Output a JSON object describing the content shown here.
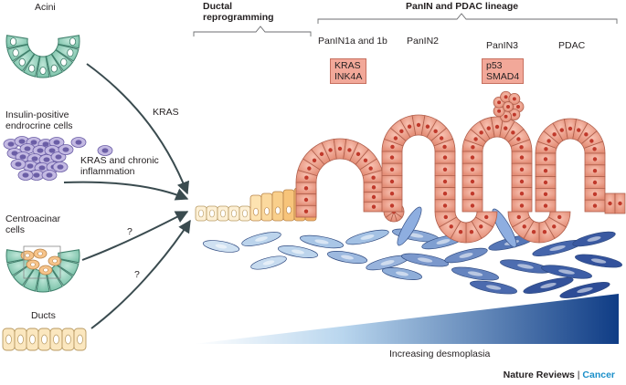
{
  "left_labels": {
    "acini": "Acini",
    "insulin_line1": "Insulin-positive",
    "insulin_line2": "endrocrine cells",
    "centro_line1": "Centroacinar",
    "centro_line2": "cells",
    "ducts": "Ducts"
  },
  "arrow_labels": {
    "kras": "KRAS",
    "kras_chronic_line1": "KRAS and chronic",
    "kras_chronic_line2": "inflammation",
    "q1": "?",
    "q2": "?"
  },
  "headers": {
    "ductal_line1": "Ductal",
    "ductal_line2": "reprogramming",
    "lineage": "PanIN and PDAC lineage"
  },
  "stages": {
    "panin1": "PanIN1a and 1b",
    "panin2": "PanIN2",
    "panin3": "PanIN3",
    "pdac": "PDAC"
  },
  "mutation_boxes": {
    "box1_line1": "KRAS",
    "box1_line2": "INK4A",
    "box2_line1": "p53",
    "box2_line2": "SMAD4"
  },
  "gradient_label": "Increasing desmoplasia",
  "credit": {
    "journal": "Nature Reviews",
    "separator": " | ",
    "section": "Cancer"
  },
  "colors": {
    "acini_cell": "#8fcfb9",
    "acini_stroke": "#3f7f6b",
    "endocrine_cell": "#a99bd0",
    "duct_cell": "#fbe7bf",
    "panin_cell": "#ef9e88",
    "panin_stroke": "#b0604d",
    "nucleus": "#c0392b",
    "fibroblast_light": "#a9c8e6",
    "fibroblast_dark": "#3d5ea6",
    "gradient_start": "#e8f2fb",
    "gradient_end": "#0f3c85",
    "arrow": "#3a4b4f"
  }
}
